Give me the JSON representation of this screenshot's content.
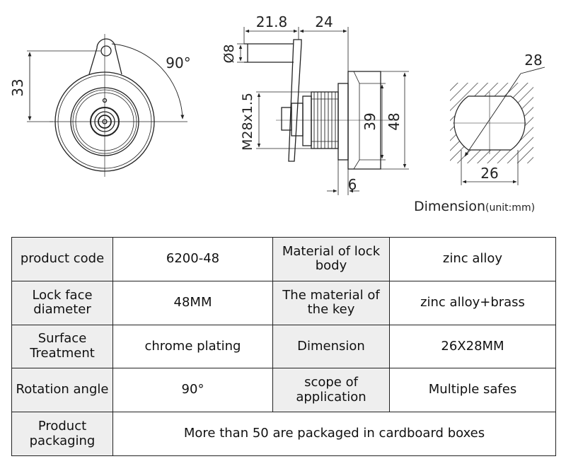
{
  "drawing": {
    "front_view": {
      "dim_height": "33",
      "rotation": "90°"
    },
    "side_view": {
      "dim_shaft_length": "21.8",
      "dim_body_length": "24",
      "dim_shaft_diameter": "Ø8",
      "dim_thread": "M28x1.5",
      "dim_flange_inner": "39",
      "dim_flange_outer": "48",
      "dim_flange_thickness": "6"
    },
    "cutout": {
      "dim_height": "28",
      "dim_width": "26"
    },
    "title": "Dimension",
    "unit": "(unit:mm)"
  },
  "spec_table": {
    "rows": [
      {
        "label1": "product code",
        "value1": "6200-48",
        "label2": "Material of lock body",
        "value2": "zinc alloy"
      },
      {
        "label1": "Lock face diameter",
        "value1": "48MM",
        "label2": "The material of the key",
        "value2": "zinc alloy+brass"
      },
      {
        "label1": "Surface Treatment",
        "value1": "chrome plating",
        "label2": "Dimension",
        "value2": "26X28MM"
      },
      {
        "label1": "Rotation angle",
        "value1": "90°",
        "label2": "scope of application",
        "value2": "Multiple safes"
      }
    ],
    "packaging": {
      "label": "Product packaging",
      "value": "More than 50 are packaged in cardboard boxes"
    }
  }
}
